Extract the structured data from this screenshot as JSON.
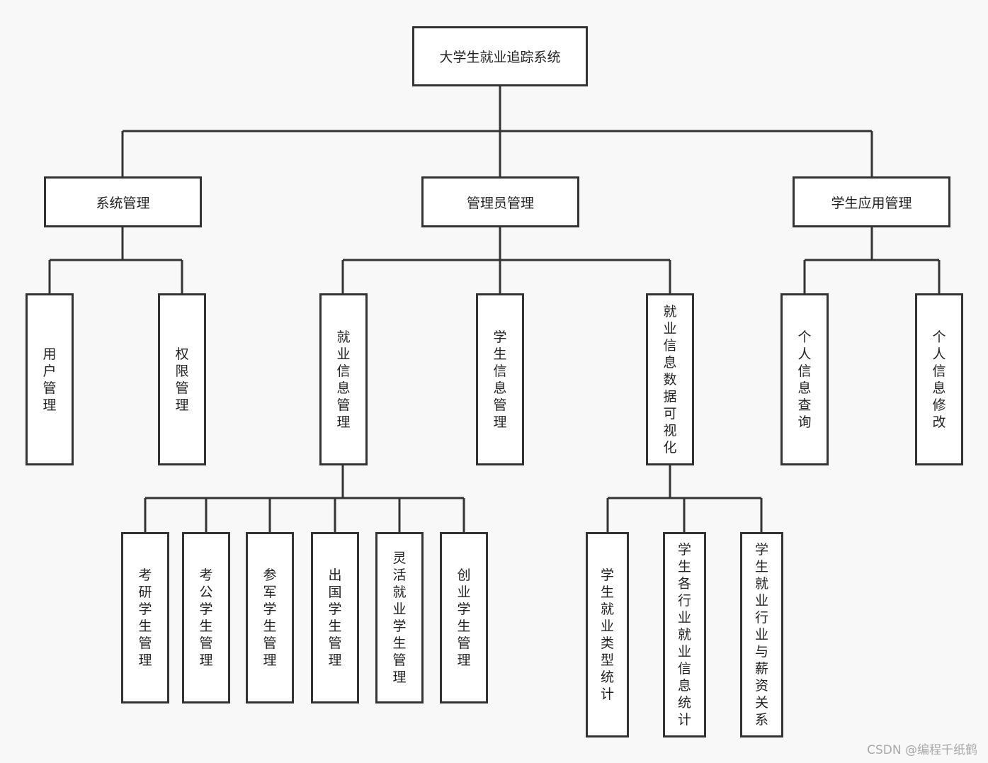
{
  "root": {
    "label": "大学生就业追踪系统"
  },
  "level1": {
    "system": {
      "label": "系统管理"
    },
    "admin": {
      "label": "管理员管理"
    },
    "student": {
      "label": "学生应用管理"
    }
  },
  "level2": {
    "user_mgmt": {
      "label": "用户管理"
    },
    "perm_mgmt": {
      "label": "权限管理"
    },
    "employment_info_mgmt": {
      "label": "就业信息管理"
    },
    "student_info_mgmt": {
      "label": "学生信息管理"
    },
    "data_visualization": {
      "label": "就业信息数据可视化"
    },
    "personal_info_query": {
      "label": "个人信息查询"
    },
    "personal_info_edit": {
      "label": "个人信息修改"
    }
  },
  "level3": {
    "postgrad": {
      "label": "考研学生管理"
    },
    "civil_service": {
      "label": "考公学生管理"
    },
    "military": {
      "label": "参军学生管理"
    },
    "abroad": {
      "label": "出国学生管理"
    },
    "flexible": {
      "label": "灵活就业学生管理"
    },
    "startup": {
      "label": "创业学生管理"
    },
    "type_stats": {
      "label": "学生就业类型统计"
    },
    "industry_stats": {
      "label": "学生各行业就业信息统计"
    },
    "industry_salary": {
      "label": "学生就业行业与薪资关系"
    }
  },
  "watermark": "CSDN @编程千纸鹤"
}
